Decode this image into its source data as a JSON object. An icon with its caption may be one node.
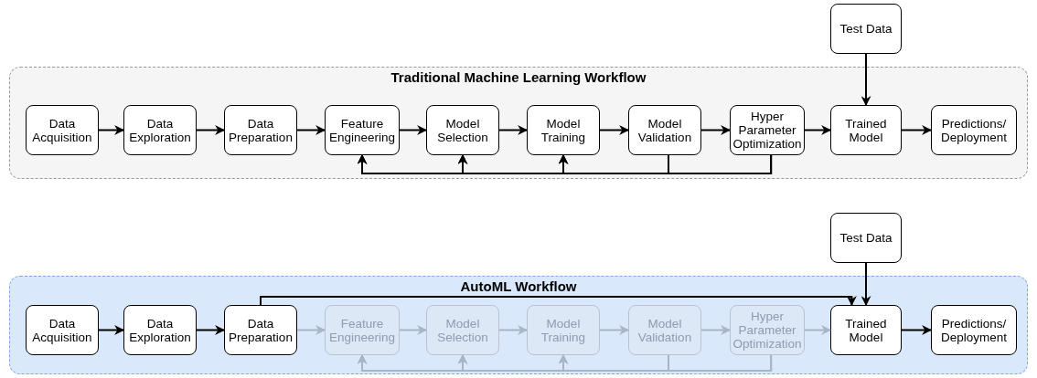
{
  "diagram": {
    "nodes": [
      {
        "text": [
          "Traditional Machine Learning Workflow"
        ]
      },
      {
        "text": [
          "Data Acquisition"
        ],
        "in": 0
      },
      {
        "text": [
          "Data Exploration"
        ],
        "in": 0
      },
      {
        "text": [
          "Data Preparation"
        ],
        "in": 0
      },
      {
        "text": [
          "Feature Engineering"
        ],
        "in": 0
      },
      {
        "text": [
          "Model Selection"
        ],
        "in": 0
      },
      {
        "text": [
          "Model Training"
        ],
        "in": 0
      },
      {
        "text": [
          "Model Validation"
        ],
        "in": 0
      },
      {
        "text": [
          "Hyper Parameter Optimization"
        ],
        "in": 0
      },
      {
        "text": [
          "Trained Model"
        ],
        "in": 0
      },
      {
        "text": [
          "Predictions/ Deployment"
        ],
        "in": 0
      },
      {
        "text": [
          "Test Data"
        ]
      },
      {
        "text": [
          "AutoML Workflow"
        ]
      },
      {
        "text": [
          "Data Acquisition"
        ],
        "in": 12
      },
      {
        "text": [
          "Data Exploration"
        ],
        "in": 12
      },
      {
        "text": [
          "Data Preparation"
        ],
        "in": 12
      },
      {
        "text": [
          "Feature Engineering"
        ],
        "in": 12
      },
      {
        "text": [
          "Model Selection"
        ],
        "in": 12
      },
      {
        "text": [
          "Model Training"
        ],
        "in": 12
      },
      {
        "text": [
          "Model Validation"
        ],
        "in": 12
      },
      {
        "text": [
          "Hyper Parameter Optimization"
        ],
        "in": 12
      },
      {
        "text": [
          "Trained Model"
        ],
        "in": 12
      },
      {
        "text": [
          "Predictions/ Deployment"
        ],
        "in": 12
      },
      {
        "text": [
          "Test Data"
        ]
      }
    ],
    "edges": [
      {
        "from": 1,
        "to": 2,
        "arrow": "to"
      },
      {
        "from": 2,
        "to": 3,
        "arrow": "to"
      },
      {
        "from": 3,
        "to": 4,
        "arrow": "to"
      },
      {
        "from": 4,
        "to": 5,
        "arrow": "to"
      },
      {
        "from": 5,
        "to": 6,
        "arrow": "to"
      },
      {
        "from": 6,
        "to": 7,
        "arrow": "to"
      },
      {
        "from": 7,
        "to": 8,
        "arrow": "to"
      },
      {
        "from": 8,
        "to": 9,
        "arrow": "to"
      },
      {
        "from": 9,
        "to": 10,
        "arrow": "to"
      },
      {
        "from": 11,
        "to": 9,
        "arrow": "to"
      },
      {
        "from": 7,
        "to": 4,
        "arrow": "to"
      },
      {
        "from": 7,
        "to": 5,
        "arrow": "to"
      },
      {
        "from": 7,
        "to": 6,
        "arrow": "to"
      },
      {
        "from": 8,
        "to": 4,
        "arrow": "to"
      },
      {
        "from": 8,
        "to": 5,
        "arrow": "to"
      },
      {
        "from": 8,
        "to": 6,
        "arrow": "to"
      },
      {
        "from": 13,
        "to": 14,
        "arrow": "to"
      },
      {
        "from": 14,
        "to": 15,
        "arrow": "to"
      },
      {
        "from": 15,
        "to": 16,
        "arrow": "to",
        "color": "#a9b4c4"
      },
      {
        "from": 16,
        "to": 17,
        "arrow": "to",
        "color": "#a9b4c4"
      },
      {
        "from": 17,
        "to": 18,
        "arrow": "to",
        "color": "#a9b4c4"
      },
      {
        "from": 18,
        "to": 19,
        "arrow": "to",
        "color": "#a9b4c4"
      },
      {
        "from": 19,
        "to": 20,
        "arrow": "to",
        "color": "#a9b4c4"
      },
      {
        "from": 20,
        "to": 21,
        "arrow": "to",
        "color": "#a9b4c4"
      },
      {
        "from": 21,
        "to": 22,
        "arrow": "to"
      },
      {
        "from": 23,
        "to": 21,
        "arrow": "to"
      },
      {
        "from": 15,
        "to": 21,
        "arrow": "to"
      },
      {
        "from": 19,
        "to": 16,
        "arrow": "to",
        "color": "#a9b4c4"
      },
      {
        "from": 19,
        "to": 17,
        "arrow": "to",
        "color": "#a9b4c4"
      },
      {
        "from": 19,
        "to": 18,
        "arrow": "to",
        "color": "#a9b4c4"
      },
      {
        "from": 20,
        "to": 16,
        "arrow": "to",
        "color": "#a9b4c4"
      },
      {
        "from": 20,
        "to": 17,
        "arrow": "to",
        "color": "#a9b4c4"
      },
      {
        "from": 20,
        "to": 18,
        "arrow": "to",
        "color": "#a9b4c4"
      }
    ]
  }
}
